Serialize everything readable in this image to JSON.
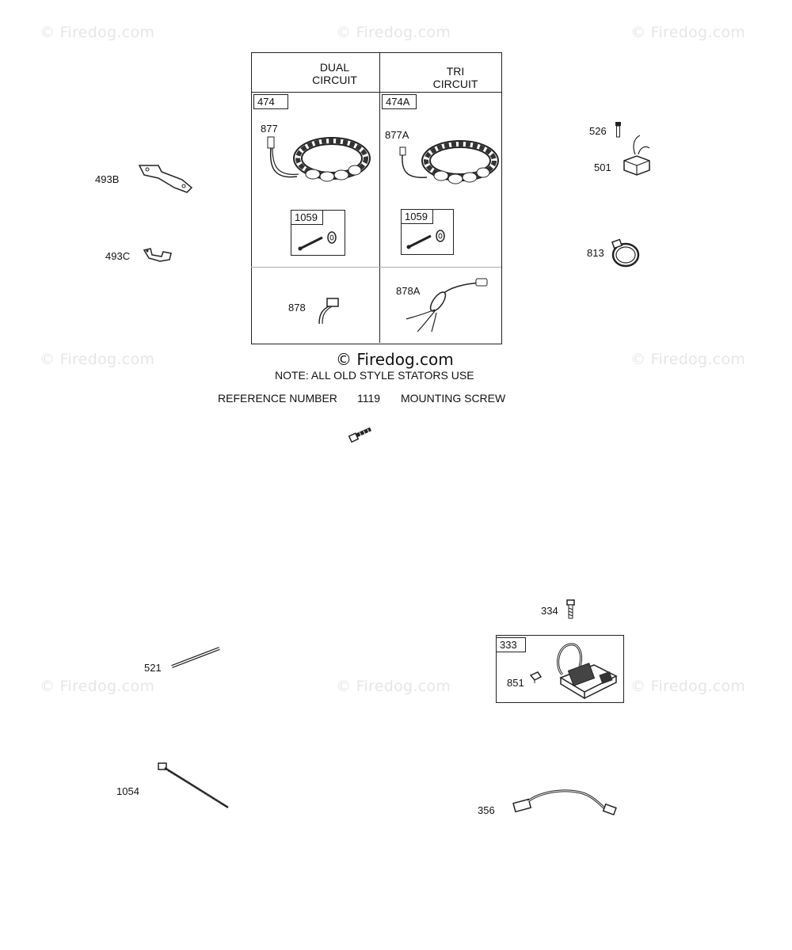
{
  "watermark": "© Firedog.com",
  "center_watermark": "© Firedog.com",
  "stator_table": {
    "dual_header_line1": "DUAL",
    "dual_header_line2": "CIRCUIT",
    "tri_header_line1": "TRI",
    "tri_header_line2": "CIRCUIT",
    "dual_ref": "474",
    "tri_ref": "474A",
    "dual_stator_label": "877",
    "tri_stator_label": "877A",
    "dual_kit_ref": "1059",
    "tri_kit_ref": "1059",
    "dual_harness_label": "878",
    "tri_harness_label": "878A"
  },
  "note": {
    "line1": "NOTE: ALL OLD STYLE STATORS USE",
    "ref_label": "REFERENCE NUMBER",
    "ref_number": "1119",
    "ref_desc": "MOUNTING SCREW"
  },
  "parts": {
    "p493b": "493B",
    "p493c": "493C",
    "p526": "526",
    "p501": "501",
    "p813": "813",
    "p334": "334",
    "p333": "333",
    "p851": "851",
    "p521": "521",
    "p1054": "1054",
    "p356": "356"
  }
}
